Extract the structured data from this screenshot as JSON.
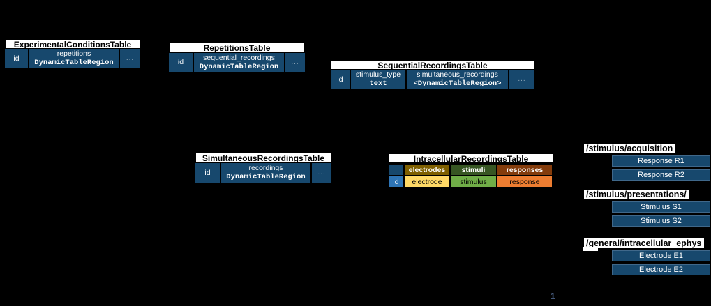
{
  "colors": {
    "background": "#000000",
    "table_header_bg": "#ffffff",
    "table_header_text": "#000000",
    "cell_dark_blue": "#17486d",
    "cell_text": "#ffffff",
    "id_light_blue": "#2e75b6",
    "electrodes_dark_olive": "#7f6000",
    "electrode_light_yellow": "#ffd966",
    "stimuli_dark_green": "#375623",
    "stimulus_light_green": "#70ad47",
    "responses_dark_brown": "#843c0c",
    "response_orange": "#ed7d31",
    "page_number_color": "#44597a"
  },
  "tables": [
    {
      "title": "ExperimentalConditionsTable",
      "columns": [
        {
          "line1": "id"
        },
        {
          "line1": "repetitions",
          "line2": "DynamicTableRegion"
        },
        {
          "line1": "..."
        }
      ]
    },
    {
      "title": "RepetitionsTable",
      "columns": [
        {
          "line1": "id"
        },
        {
          "line1": "sequential_recordings",
          "line2": "DynamicTableRegion"
        },
        {
          "line1": "..."
        }
      ]
    },
    {
      "title": "SequentialRecordingsTable",
      "columns": [
        {
          "line1": "id"
        },
        {
          "line1": "stimulus_type",
          "line2": "text"
        },
        {
          "line1": "simultaneous_recordings",
          "line2": "<DynamicTableRegion>"
        },
        {
          "line1": "..."
        }
      ]
    },
    {
      "title": "SimultaneousRecordingsTable",
      "columns": [
        {
          "line1": "id"
        },
        {
          "line1": "recordings",
          "line2": "DynamicTableRegion"
        },
        {
          "line1": "..."
        }
      ]
    }
  ],
  "intracellular_table": {
    "title": "IntracellularRecordingsTable",
    "category_row": {
      "electrodes": "electrodes",
      "stimuli": "stimuli",
      "responses": "responses"
    },
    "column_row": {
      "id": "id",
      "electrode": "electrode",
      "stimulus": "stimulus",
      "response": "response"
    }
  },
  "groups": [
    {
      "label": "/stimulus/acquisition",
      "items": [
        {
          "label": "Response R1"
        },
        {
          "label": "Response R2"
        }
      ]
    },
    {
      "label": "/stimulus/presentations/",
      "items": [
        {
          "label": "Stimulus S1"
        },
        {
          "label": "Stimulus S2"
        }
      ]
    },
    {
      "label": "/general/intracellular_ephys",
      "items": [
        {
          "label": "Electrode E1"
        },
        {
          "label": "Electrode E2"
        }
      ]
    }
  ],
  "page_number": "1"
}
